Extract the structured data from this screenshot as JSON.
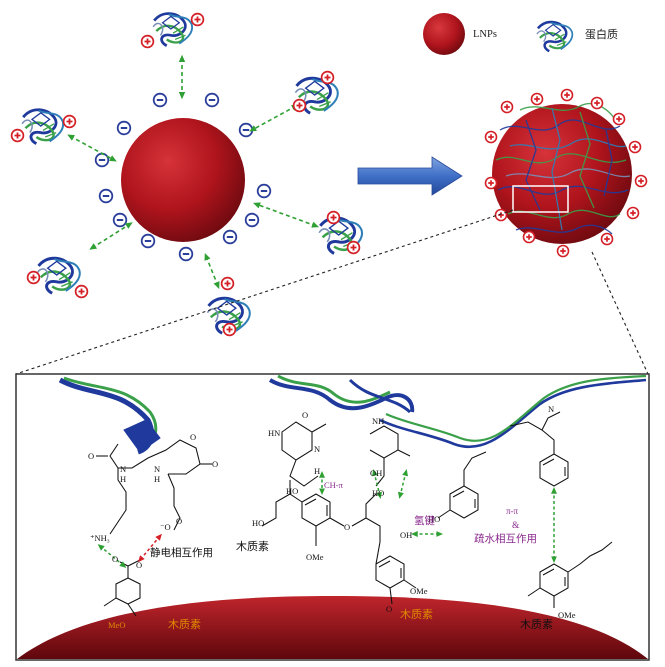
{
  "legend": {
    "lnp_label": "LNPs",
    "protein_label": "蛋白质"
  },
  "charge_signs": {
    "negative": "−",
    "positive": "+"
  },
  "interactions": {
    "ch_pi": "CH-π",
    "hydrogen_bond": "氢键",
    "electrostatic": "静电相互作用",
    "pi_pi": "π-π",
    "ampersand": "&",
    "hydrophobic": "疏水相互作用"
  },
  "molecule_labels": {
    "lignin_left": "木质素",
    "lignin_bottom_left": "木质素",
    "lignin_center": "木质素",
    "lignin_right": "木质素",
    "nh3": "⁺NH₃",
    "o_minus": "⁻O",
    "ome_1": "OMe",
    "ome_2": "OMe",
    "ome_3": "OMe",
    "meo": "MeO",
    "ho_1": "HO",
    "ho_2": "HO",
    "ho_3": "HO",
    "ho_4": "HO",
    "oh_1": "OH",
    "oh_2": "OH",
    "h_1": "H",
    "h_2": "H",
    "h_3": "H",
    "hn_1": "HN",
    "nh_1": "NH",
    "nh_2": "N",
    "n_1": "N",
    "n_2": "N",
    "n_3": "N",
    "o_1": "O",
    "o_2": "O",
    "o_3": "O",
    "o_4": "O",
    "o_5": "O",
    "o_6": "O",
    "o_7": "O",
    "o_8": "O",
    "o_9": "O"
  },
  "colors": {
    "lnp_red": "#b0141c",
    "lnp_dark": "#6e0a10",
    "negative_blue": "#2a3e9a",
    "positive_red": "#d41f26",
    "arrow_green": "#2fa033",
    "arrow_red": "#d41f26",
    "interaction_purple": "#8a2a8e",
    "lignin_orange": "#e08a00",
    "protein_blue": "#1f3a9c",
    "protein_green": "#3aa04a"
  },
  "icons": {
    "process_arrow": "big-right-arrow-icon",
    "protein": "protein-ribbon-icon"
  }
}
